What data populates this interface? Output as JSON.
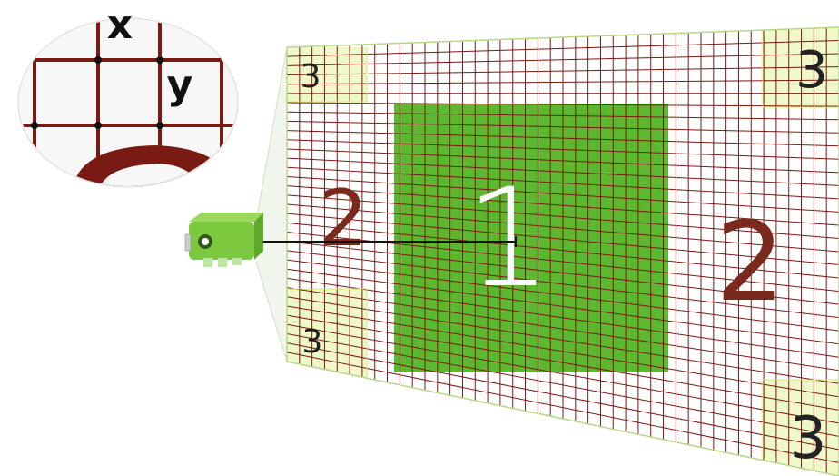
{
  "zoom_inset": {
    "axis_x_label": "x",
    "axis_y_label": "y"
  },
  "zones": {
    "center_label": "1",
    "middle_label": "2",
    "corner_label": "3"
  },
  "colors": {
    "grid_line": "#7a1a14",
    "zone1_fill": "#5cb82e",
    "zone2_label": "#7a2a1c",
    "zone3_fill": "#e8f5b0",
    "zone3_grid": "#c6e04a",
    "camera_body": "#7cc940",
    "inset_arc": "#7a1a14",
    "text_dark": "#111111"
  },
  "icons": {
    "sensor": "camera-sensor-icon"
  }
}
